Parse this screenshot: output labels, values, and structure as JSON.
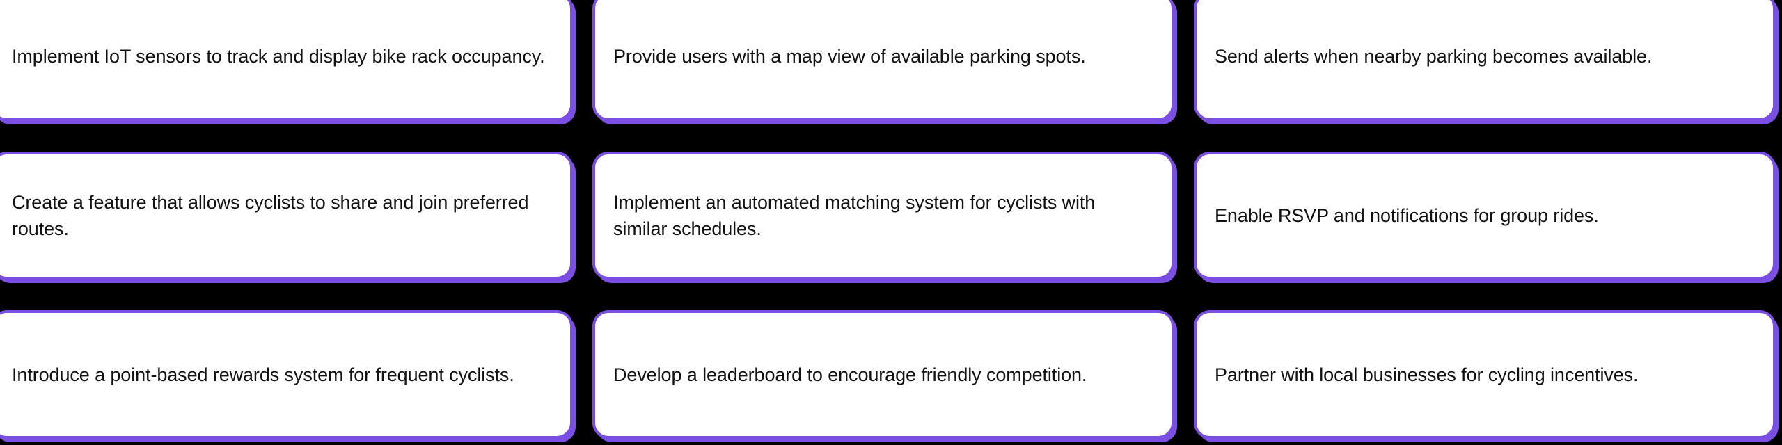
{
  "theme": {
    "background": "#000000",
    "card_background": "#ffffff",
    "card_border": "#7b4fe3",
    "text_color": "#111114"
  },
  "board": {
    "columns": 3,
    "rows": 3,
    "cards": [
      {
        "id": "card-1",
        "row": 1,
        "column": 1,
        "text": "Implement IoT sensors to track and display bike rack occupancy."
      },
      {
        "id": "card-2",
        "row": 1,
        "column": 2,
        "text": "Provide users with a map view of available parking spots."
      },
      {
        "id": "card-3",
        "row": 1,
        "column": 3,
        "text": "Send alerts when nearby parking becomes available."
      },
      {
        "id": "card-4",
        "row": 2,
        "column": 1,
        "text": "Create a feature that allows cyclists to share and join preferred routes."
      },
      {
        "id": "card-5",
        "row": 2,
        "column": 2,
        "text": "Implement an automated matching system for cyclists with similar schedules."
      },
      {
        "id": "card-6",
        "row": 2,
        "column": 3,
        "text": "Enable RSVP and notifications for group rides."
      },
      {
        "id": "card-7",
        "row": 3,
        "column": 1,
        "text": "Introduce a point-based rewards system for frequent cyclists."
      },
      {
        "id": "card-8",
        "row": 3,
        "column": 2,
        "text": "Develop a leaderboard to encourage friendly competition."
      },
      {
        "id": "card-9",
        "row": 3,
        "column": 3,
        "text": "Partner with local businesses for cycling incentives."
      }
    ]
  }
}
